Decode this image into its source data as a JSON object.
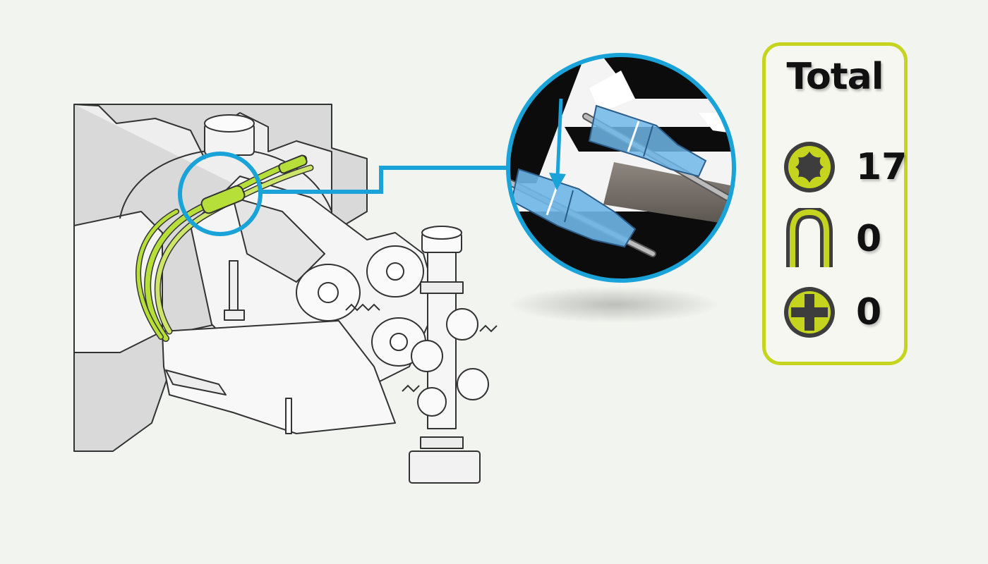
{
  "summary_panel": {
    "title": "Total",
    "tools": [
      {
        "icon": "torx-screw-icon",
        "count": "17"
      },
      {
        "icon": "clip-icon",
        "count": "0"
      },
      {
        "icon": "phillips-screw-icon",
        "count": "0"
      }
    ]
  },
  "colors": {
    "accent": "#c5d51f",
    "callout": "#1aa3d8",
    "highlight_part": "#b7df3a",
    "connector": "#6fb6e8",
    "background": "#f2f4ef"
  }
}
